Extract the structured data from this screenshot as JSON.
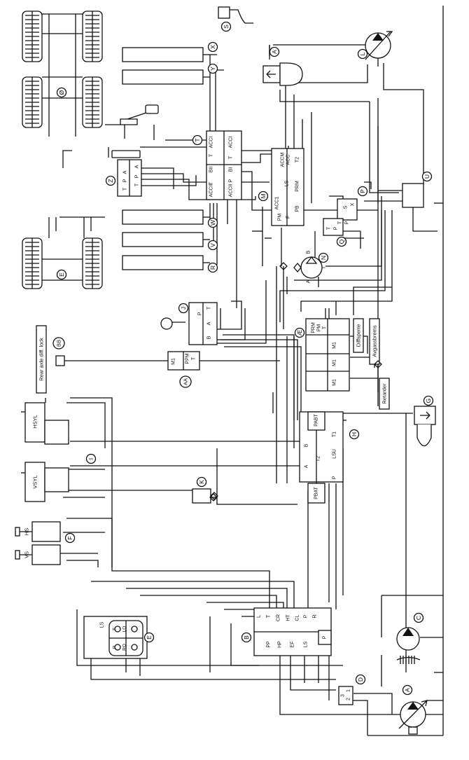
{
  "diagram": {
    "callouts": {
      "X": "X",
      "Y": "Y",
      "O": "Ø",
      "Z": "Z",
      "T": "T",
      "A_top": "A",
      "S": "S",
      "L": "L",
      "U": "U",
      "M": "M",
      "P": "P",
      "Q": "Q",
      "N": "N",
      "W": "W",
      "V": "V",
      "R": "R",
      "E_tires": "E",
      "J": "J",
      "AE": "Æ",
      "BB": "BB",
      "AA": "AA",
      "G": "G",
      "H": "H",
      "I": "I",
      "K": "K",
      "F": "F",
      "E": "E",
      "B": "B",
      "C": "C",
      "D": "D",
      "A": "A"
    },
    "valve_t": {
      "ports": [
        "ACCI",
        "T",
        "BI",
        "T",
        "P",
        "ACCII",
        "BII"
      ]
    },
    "valve_z": {
      "ports": [
        "A",
        "P",
        "T",
        "A",
        "P",
        "T"
      ]
    },
    "block_m": {
      "ports": [
        "ACCM",
        "ACC",
        "T2",
        "LS",
        "PRM",
        "ACC1",
        "PB",
        "PM",
        "F"
      ]
    },
    "block_pm": {
      "ports": [
        "PRM",
        "PM",
        "T",
        "M1",
        "M1",
        "M1"
      ]
    },
    "block_h": {
      "ports": [
        "PABT",
        "T1",
        "B",
        "LSU",
        "A",
        "T2",
        "P",
        "PBAT"
      ]
    },
    "block_b": {
      "ports": [
        "L",
        "T",
        "CR",
        "HT",
        "CL",
        "P",
        "R",
        "PP",
        "HP",
        "EF",
        "LS",
        "P"
      ]
    },
    "block_e": {
      "ports": [
        "LS",
        "T",
        "LO",
        "P",
        "RO"
      ]
    },
    "block_j": {
      "ports": [
        "P",
        "T",
        "A",
        "B"
      ]
    },
    "block_d": {
      "ports": [
        "3",
        "1",
        "2"
      ]
    },
    "block_sx": {
      "ports": [
        "S",
        "X",
        "T",
        "P",
        "T",
        "P"
      ]
    },
    "pump_n": {
      "ports": [
        "B",
        "A",
        "T"
      ]
    },
    "ppm": {
      "ports": [
        "M1",
        "PPM",
        "T"
      ]
    },
    "cylinders": {
      "hsyl": "HSYL",
      "vsyl": "VSYL",
      "hs": "HS",
      "vs": "VS"
    },
    "labels": {
      "rear_axle": "Rear axle diff. lock",
      "diffsperre": "Diffsperre",
      "avgassbrems": "Avgassbrems",
      "retarder": "Retarder"
    }
  }
}
